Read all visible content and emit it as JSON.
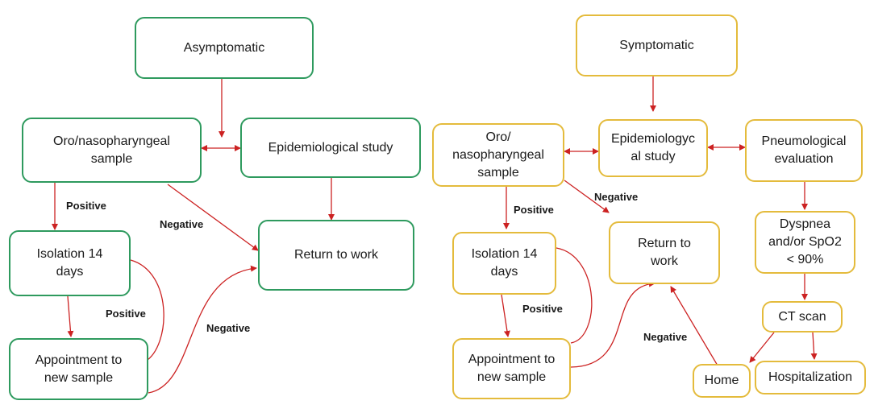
{
  "colors": {
    "asymptomatic_border": "#2e9a5e",
    "symptomatic_border": "#e4bb3c",
    "arrow": "#cc2222"
  },
  "left": {
    "asymptomatic": "Asymptomatic",
    "sample": "Oro/nasopharyngeal\nsample",
    "epidemiological_study": "Epidemiological study",
    "return_to_work": "Return to work",
    "isolation": "Isolation 14\ndays",
    "appointment": "Appointment to\nnew sample",
    "labels": {
      "positive_1": "Positive",
      "negative_1": "Negative",
      "positive_2": "Positive",
      "negative_2": "Negative"
    }
  },
  "right": {
    "symptomatic": "Symptomatic",
    "sample": "Oro/\nnasopharyngeal\nsample",
    "epidemiological_study": "Epidemiologyc\nal study",
    "pneumological_evaluation": "Pneumological\nevaluation",
    "return_to_work": "Return to\nwork",
    "dyspnea": "Dyspnea\nand/or SpO2\n< 90%",
    "isolation": "Isolation 14\ndays",
    "ct_scan": "CT scan",
    "appointment": "Appointment to\nnew sample",
    "home": "Home",
    "hospitalization": "Hospitalization",
    "labels": {
      "negative_1": "Negative",
      "positive_1": "Positive",
      "positive_2": "Positive",
      "negative_2": "Negative"
    }
  }
}
